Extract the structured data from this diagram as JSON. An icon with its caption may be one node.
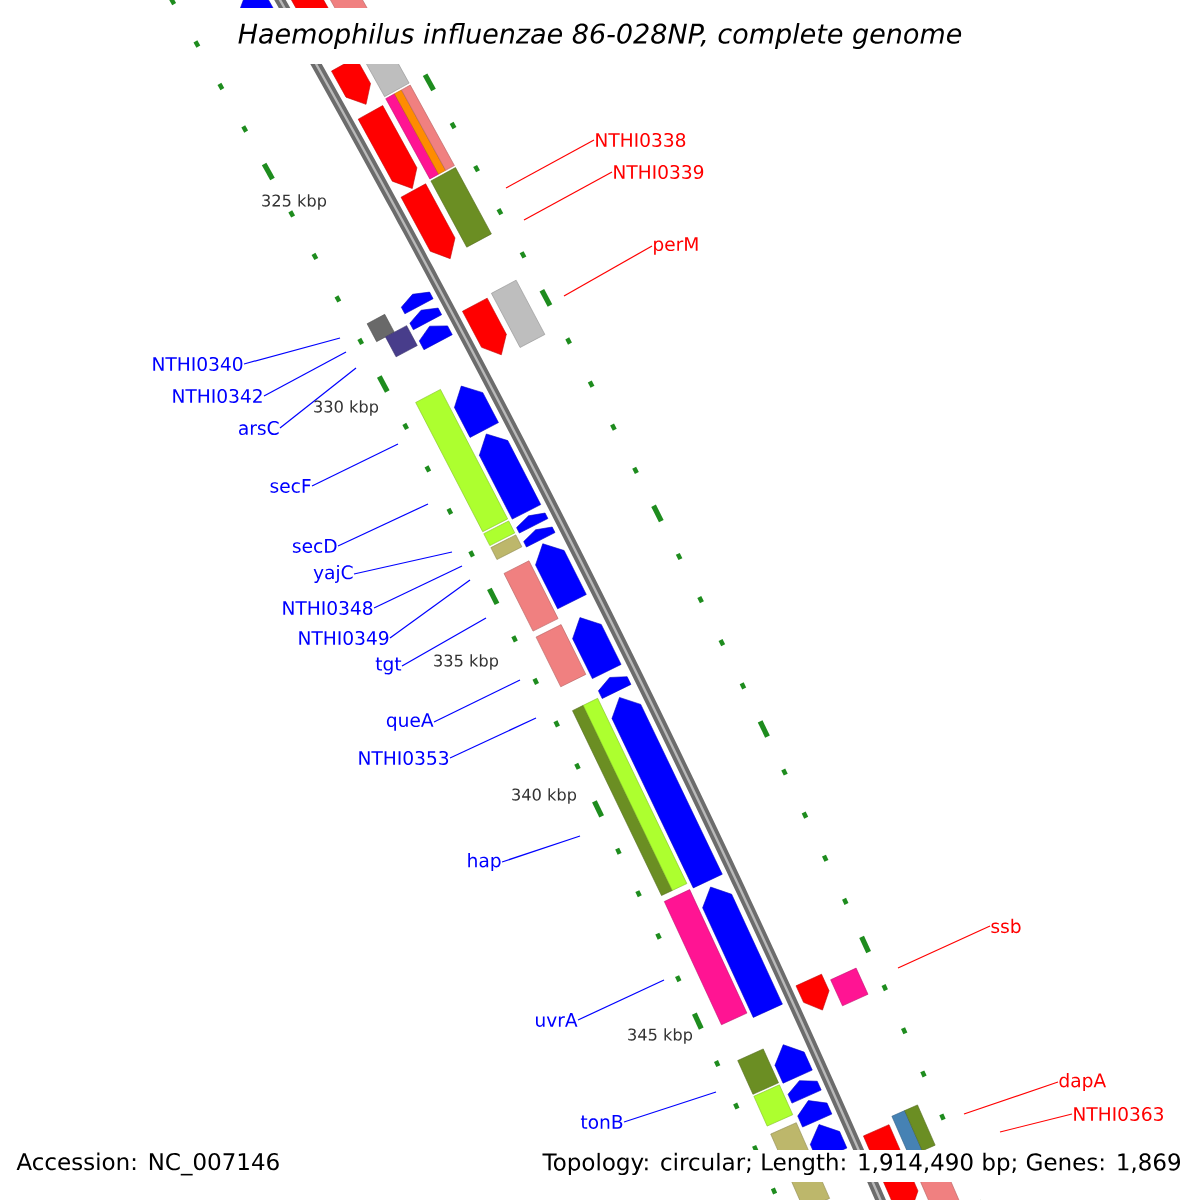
{
  "diagram": {
    "title": "Haemophilus influenzae 86-028NP, complete genome",
    "nodes": [
      {
        "text": [
          "NTHI0338"
        ]
      },
      {
        "text": [
          "NTHI0339"
        ]
      },
      {
        "text": [
          "perM"
        ]
      },
      {
        "text": [
          "NTHI0340"
        ]
      },
      {
        "text": [
          "NTHI0342"
        ]
      },
      {
        "text": [
          "arsC"
        ]
      },
      {
        "text": [
          "secF"
        ]
      },
      {
        "text": [
          "secD"
        ]
      },
      {
        "text": [
          "yajC"
        ]
      },
      {
        "text": [
          "NTHI0348"
        ]
      },
      {
        "text": [
          "NTHI0349"
        ]
      },
      {
        "text": [
          "tgt"
        ]
      },
      {
        "text": [
          "queA"
        ]
      },
      {
        "text": [
          "NTHI0353"
        ]
      },
      {
        "text": [
          "hap"
        ]
      },
      {
        "text": [
          "ssb"
        ]
      },
      {
        "text": [
          "uvrA"
        ]
      },
      {
        "text": [
          "tonB"
        ]
      },
      {
        "text": [
          "dapA"
        ]
      },
      {
        "text": [
          "NTHI0363"
        ]
      }
    ],
    "edges": [
      {
        "from": 0,
        "to": null,
        "arrow": "none",
        "color": "#ff0000"
      },
      {
        "from": 1,
        "to": null,
        "arrow": "none",
        "color": "#ff0000"
      },
      {
        "from": 2,
        "to": null,
        "arrow": "none",
        "color": "#ff0000"
      },
      {
        "from": 3,
        "to": null,
        "arrow": "none"
      },
      {
        "from": 4,
        "to": null,
        "arrow": "none"
      },
      {
        "from": 5,
        "to": null,
        "arrow": "none"
      },
      {
        "from": 6,
        "to": null,
        "arrow": "none"
      },
      {
        "from": 7,
        "to": null,
        "arrow": "none"
      },
      {
        "from": 8,
        "to": null,
        "arrow": "none"
      },
      {
        "from": 9,
        "to": null,
        "arrow": "none"
      },
      {
        "from": 10,
        "to": null,
        "arrow": "none"
      },
      {
        "from": 11,
        "to": null,
        "arrow": "none"
      },
      {
        "from": 12,
        "to": null,
        "arrow": "none"
      },
      {
        "from": 13,
        "to": null,
        "arrow": "none"
      },
      {
        "from": 14,
        "to": null,
        "arrow": "none"
      },
      {
        "from": 15,
        "to": null,
        "arrow": "none",
        "color": "#ff0000"
      },
      {
        "from": 16,
        "to": null,
        "arrow": "none"
      },
      {
        "from": 17,
        "to": null,
        "arrow": "none"
      },
      {
        "from": 18,
        "to": null,
        "arrow": "none",
        "color": "#ff0000"
      },
      {
        "from": 19,
        "to": null,
        "arrow": "none",
        "color": "#ff0000"
      }
    ],
    "labels": [
      "325 kbp",
      "330 kbp",
      "335 kbp",
      "340 kbp",
      "345 kbp",
      "Accession: NC_007146",
      "Topology: circular; Length: 1,914,490 bp; Genes: 1,869"
    ]
  }
}
